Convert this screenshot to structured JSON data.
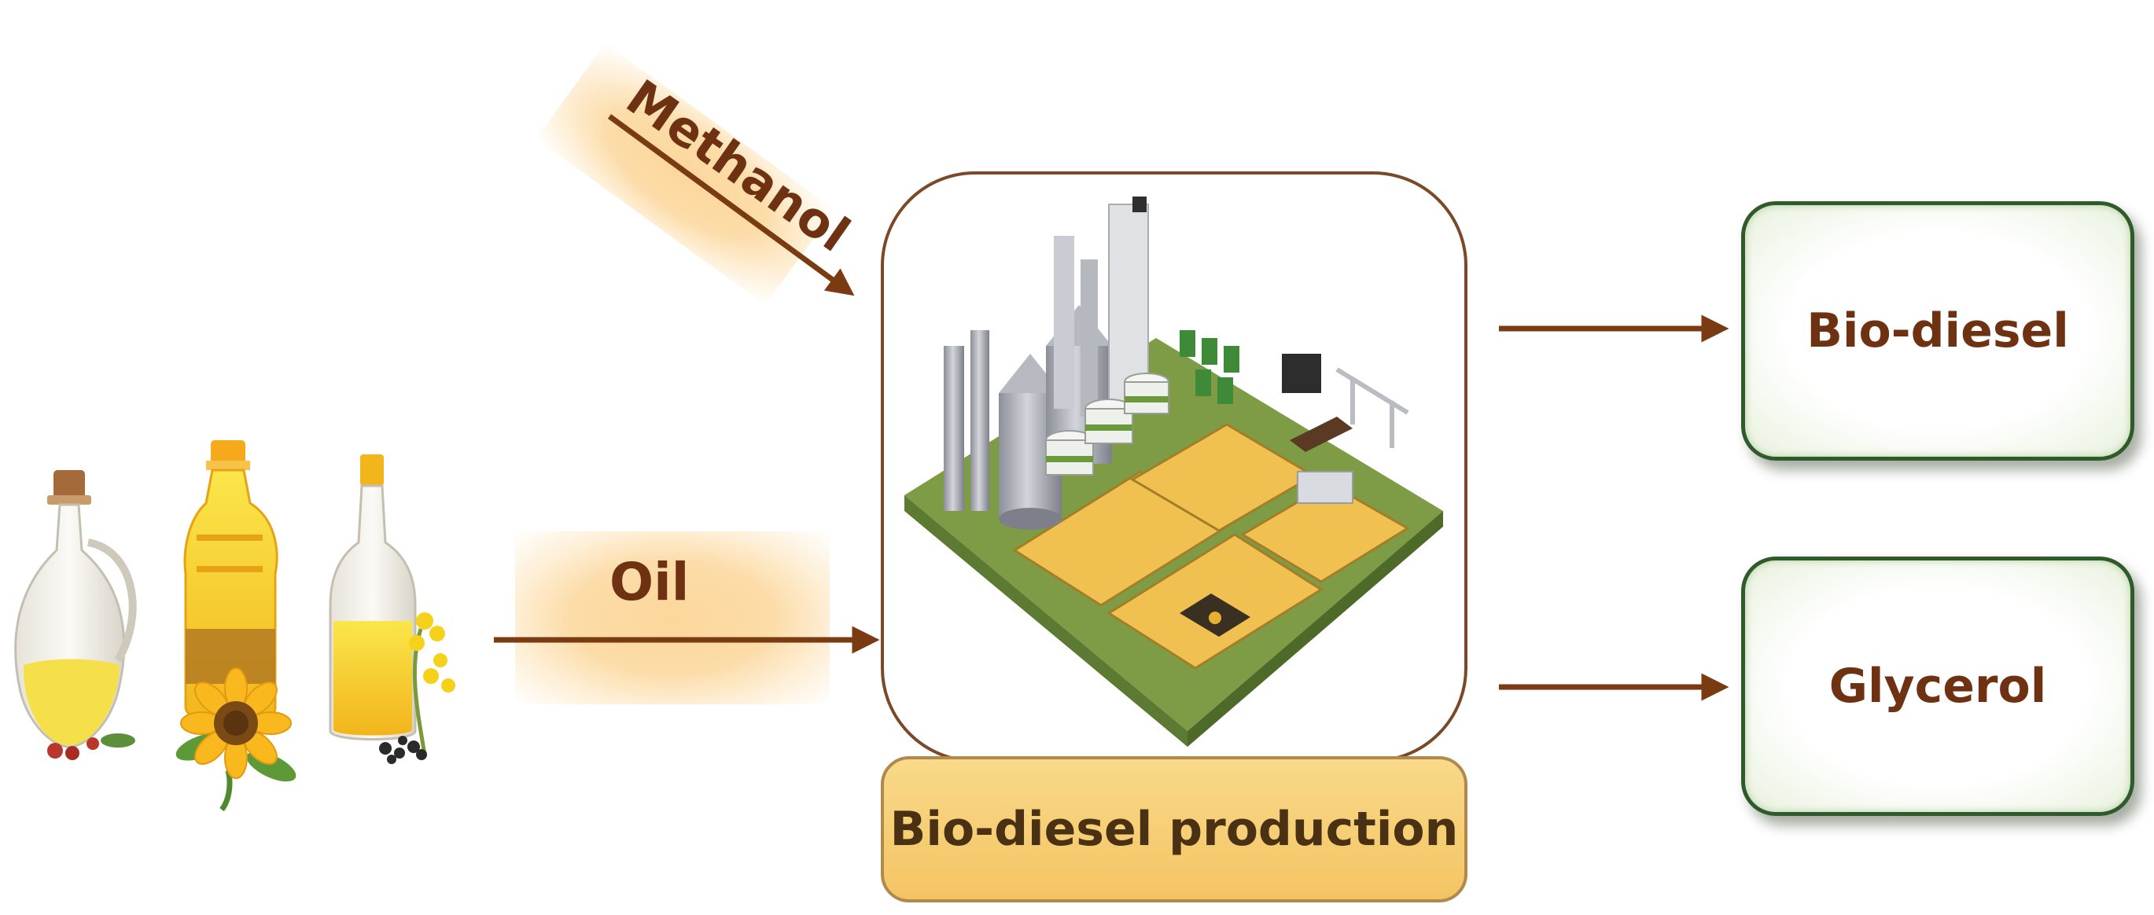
{
  "inputs": {
    "methanol_label": "Methanol",
    "oil_label": "Oil"
  },
  "process": {
    "label": "Bio-diesel production"
  },
  "outputs": {
    "biodiesel_label": "Bio-diesel",
    "glycerol_label": "Glycerol"
  },
  "colors": {
    "arrow": "#7a3a12",
    "text": "#6e3212",
    "glow": "#fcd79b",
    "output_border": "#2f5a2a",
    "process_bar": "#f4c463",
    "plant_ground": "#f0c050"
  },
  "icons": [
    "oil-jug-icon",
    "oil-bottle-icon",
    "sunflower-icon",
    "rapeseed-bottle-icon",
    "biodiesel-plant-icon"
  ]
}
